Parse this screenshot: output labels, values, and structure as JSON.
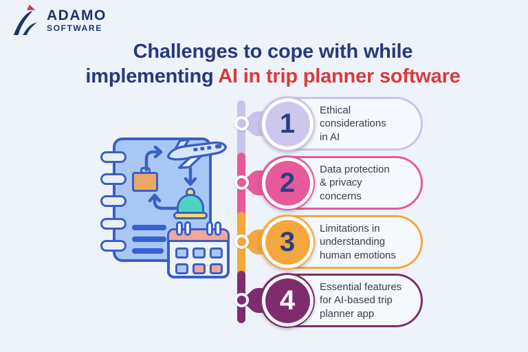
{
  "logo": {
    "name": "ADAMO",
    "sub": "SOFTWARE",
    "text_color": "#1C3568",
    "accent_red": "#D93B3D"
  },
  "title": {
    "line1": "Challenges to cope with while",
    "line2_navy": "implementing",
    "line2_red": "AI in trip planner software",
    "navy_color": "#27397E",
    "red_color": "#D93B3D"
  },
  "items": [
    {
      "number": "1",
      "label": "Ethical considerations in AI",
      "lines": [
        "Ethical",
        "considerations",
        "in AI"
      ],
      "color": "#C9C3EA",
      "circle_fill": "#CDC7ED",
      "number_color": "#2B3E85"
    },
    {
      "number": "2",
      "label": "Data protection & privacy concerns",
      "lines": [
        "Data protection",
        "& privacy",
        "concerns"
      ],
      "color": "#E6599B",
      "circle_fill": "#E6599B",
      "number_color": "#2B3E85"
    },
    {
      "number": "3",
      "label": "Limitations in understanding human emotions",
      "lines": [
        "Limitations in",
        "understanding",
        "human emotions"
      ],
      "color": "#F4A73E",
      "circle_fill": "#F4A73E",
      "number_color": "#2B3E85"
    },
    {
      "number": "4",
      "label": "Essential features for AI-based trip planner app",
      "lines": [
        "Essential features",
        "for AI-based trip",
        "planner app"
      ],
      "color": "#7E2C6E",
      "circle_fill": "#7E2C6E",
      "number_color": "#FFFFFF"
    }
  ],
  "illustration": {
    "icons": [
      "spiral-notebook",
      "airplane",
      "suitcase",
      "service-bell",
      "calendar"
    ]
  },
  "page": {
    "background": "#EEF2F9"
  }
}
